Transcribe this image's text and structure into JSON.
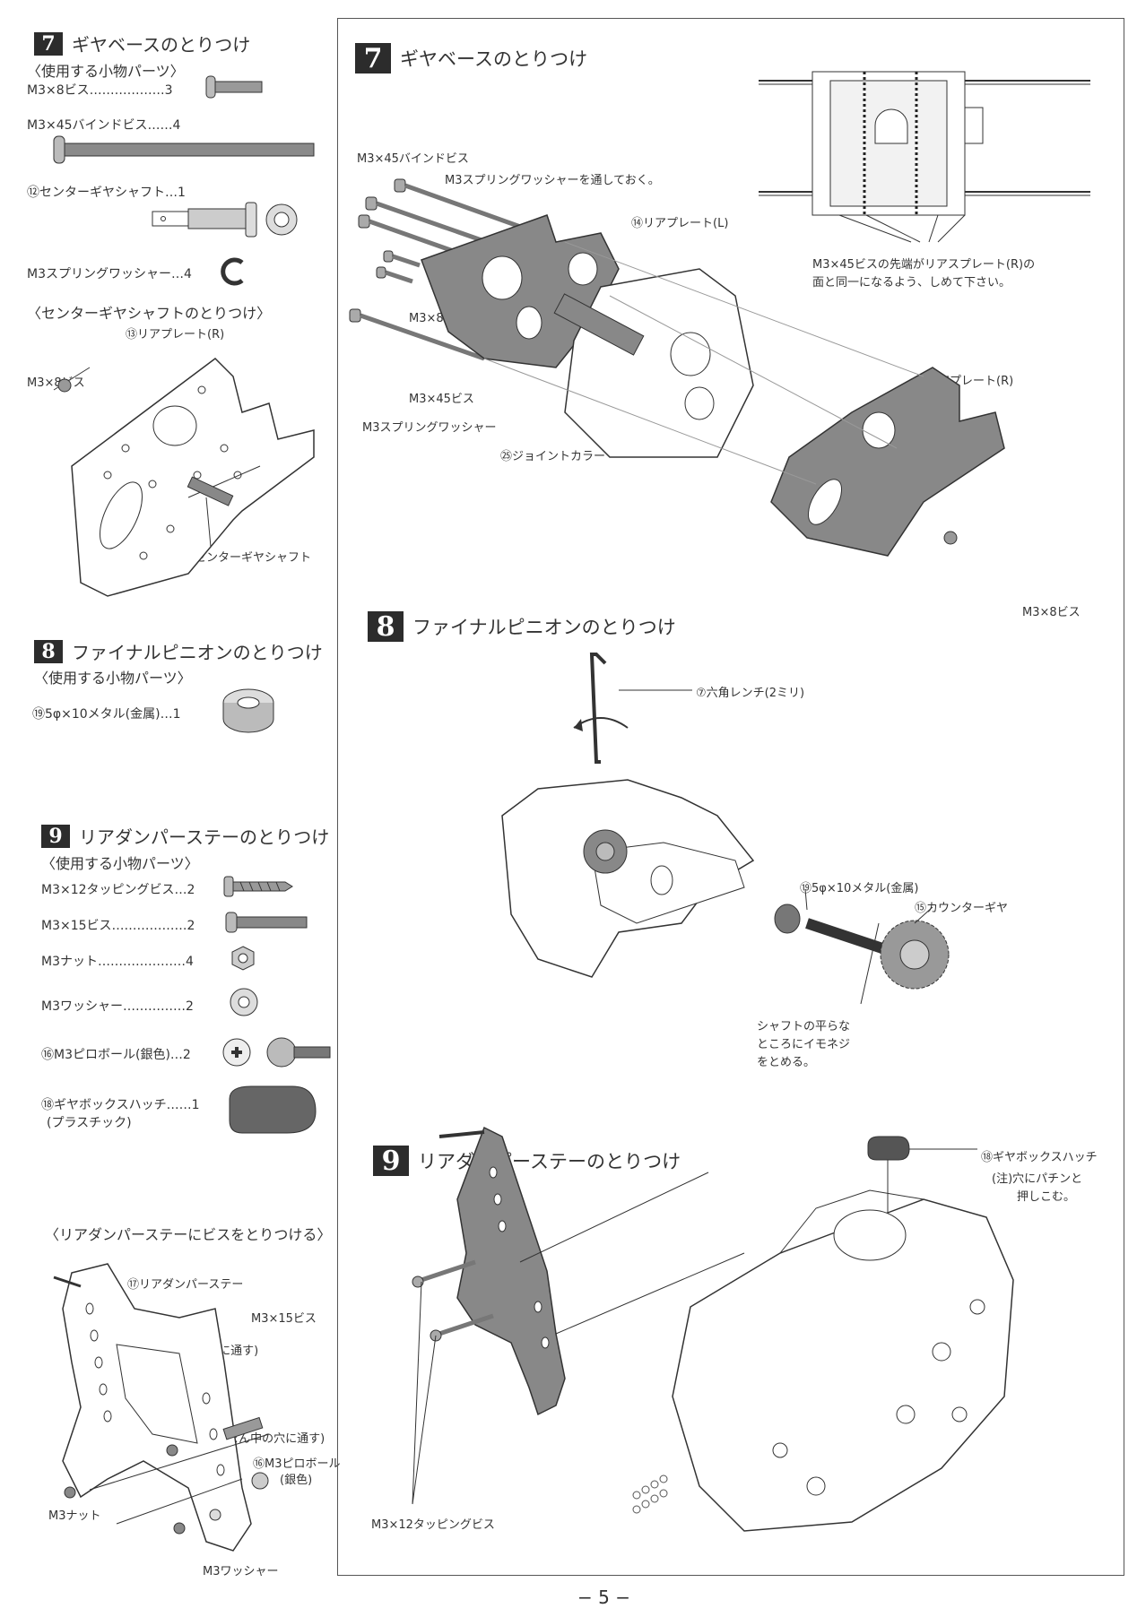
{
  "page_number": "− 5 −",
  "left": {
    "step7": {
      "num": "7",
      "title": "ギヤベースのとりつけ",
      "parts_heading": "〈使用する小物パーツ〉",
      "parts": [
        "M3×8ビス………………3",
        "M3×45バインドビス……4",
        "⑫センターギヤシャフト…1",
        "M3スプリングワッシャー…4"
      ],
      "sub_heading": "〈センターギヤシャフトのとりつけ〉",
      "labels": {
        "rear_plate_r": "⑬リアプレート(R)",
        "screw": "M3×8ビス",
        "shaft": "⑫センターギヤシャフト"
      }
    },
    "step8": {
      "num": "8",
      "title": "ファイナルピニオンのとりつけ",
      "parts_heading": "〈使用する小物パーツ〉",
      "parts": [
        "⑲5φ×10メタル(金属)…1"
      ]
    },
    "step9": {
      "num": "9",
      "title": "リアダンパーステーのとりつけ",
      "parts_heading": "〈使用する小物パーツ〉",
      "parts": [
        "M3×12タッピングビス…2",
        "M3×15ビス………………2",
        "M3ナット…………………4",
        "M3ワッシャー……………2",
        "⑯M3ピロボール(銀色)…2",
        "⑱ギヤボックスハッチ……1",
        "(プラスチック)"
      ],
      "sub_heading": "〈リアダンパーステーにビスをとりつける〉",
      "labels": {
        "stay": "⑰リアダンパーステー",
        "screw15": "M3×15ビス",
        "lower_hole": "(下の穴に通す)",
        "middle_hole": "(まん中の穴に通す)",
        "pillow_ball": "⑯M3ピロボール",
        "silver": "(銀色)",
        "nut": "M3ナット",
        "washer": "M3ワッシャー"
      }
    }
  },
  "right": {
    "step7": {
      "num": "7",
      "title": "ギヤベースのとりつけ",
      "labels": {
        "bind45": "M3×45バインドビス",
        "pass_washer": "M3スプリングワッシャーを通しておく。",
        "rear_plate_l": "⑭リアプレート(L)",
        "screw8_a": "M3×8ビス",
        "screw45": "M3×45ビス",
        "spring_washer": "M3スプリングワッシャー",
        "joint_collar": "㉕ジョイントカラー",
        "rear_plate_r": "⑬リアプレート(R)",
        "screw8_b": "M3×8ビス",
        "note_line1": "M3×45ビスの先端がリアスプレート(R)の",
        "note_line2": "面と同一になるよう、しめて下さい。"
      }
    },
    "step8": {
      "num": "8",
      "title": "ファイナルピニオンのとりつけ",
      "labels": {
        "wrench": "⑦六角レンチ(2ミリ)",
        "metal": "⑲5φ×10メタル(金属)",
        "counter_gear": "⑮カウンターギヤ",
        "note_line1": "シャフトの平らな",
        "note_line2": "ところにイモネジ",
        "note_line3": "をとめる。"
      }
    },
    "step9": {
      "num": "9",
      "title": "リアダンパーステーのとりつけ",
      "labels": {
        "hatch": "⑱ギヤボックスハッチ",
        "note_line1": "(注)穴にパチンと",
        "note_line2": "押しこむ。",
        "tapping": "M3×12タッピングビス"
      }
    }
  }
}
